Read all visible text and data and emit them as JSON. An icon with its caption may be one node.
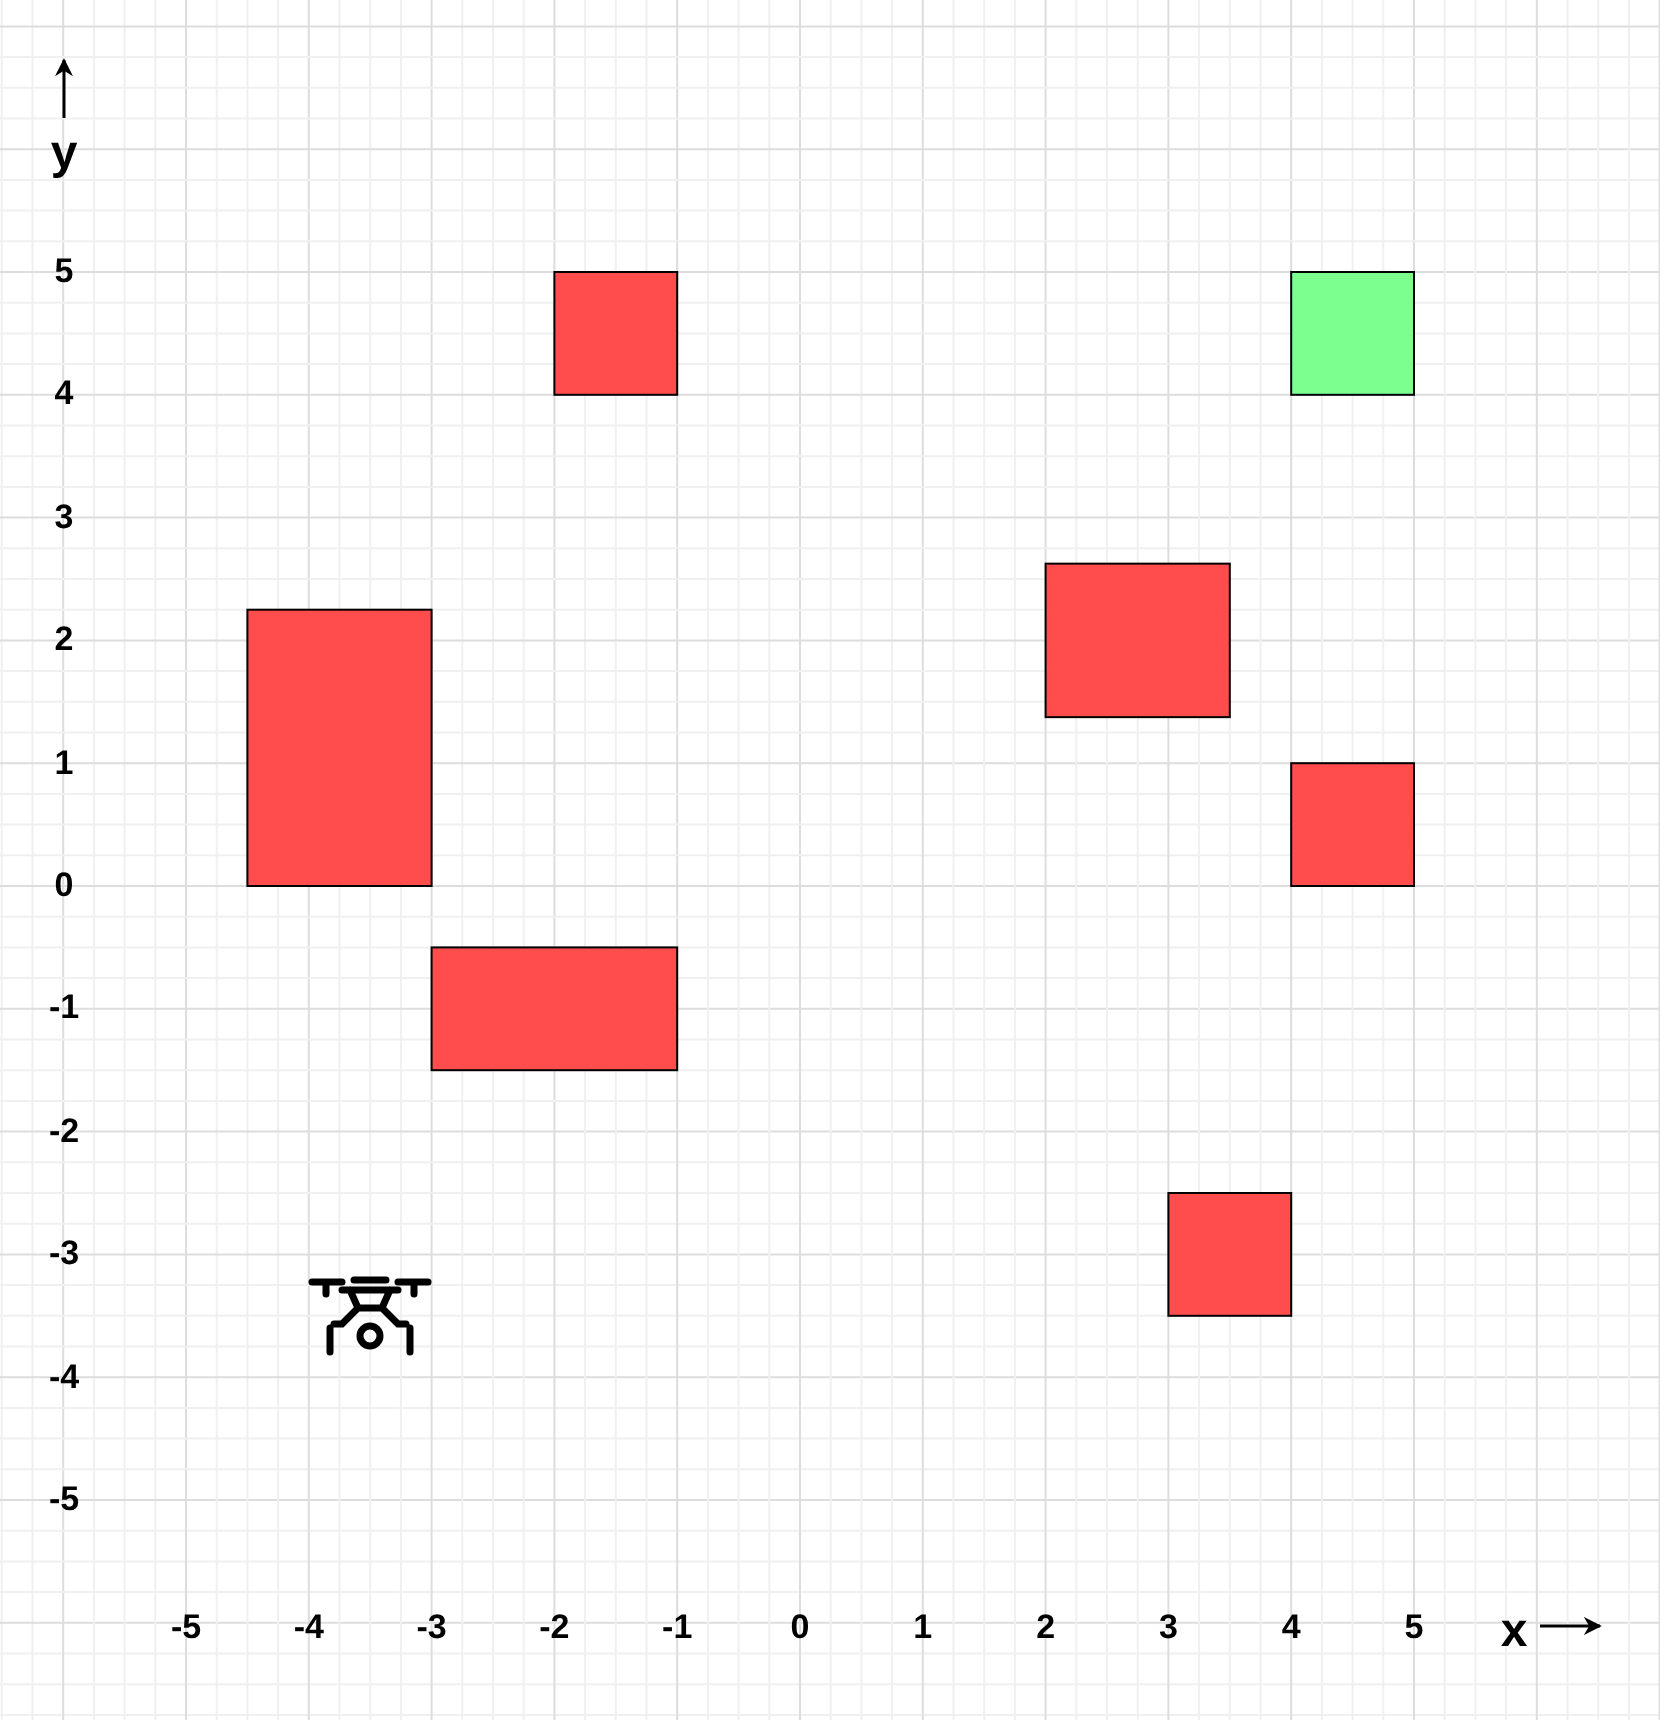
{
  "diagram": {
    "nodes": [
      {
        "text": [],
        "shape": "box"
      },
      {
        "text": [],
        "shape": "box"
      },
      {
        "text": [],
        "shape": "box"
      },
      {
        "text": [],
        "shape": "box"
      },
      {
        "text": [],
        "shape": "box"
      },
      {
        "text": [],
        "shape": "box"
      },
      {
        "text": [],
        "shape": "box"
      }
    ],
    "labels": [
      "y",
      "5",
      "4",
      "3",
      "2",
      "1",
      "0",
      "-1",
      "-2",
      "-3",
      "-4",
      "-5",
      "-5",
      "-4",
      "-3",
      "-2",
      "-1",
      "0",
      "1",
      "2",
      "3",
      "4",
      "5",
      "x"
    ]
  }
}
